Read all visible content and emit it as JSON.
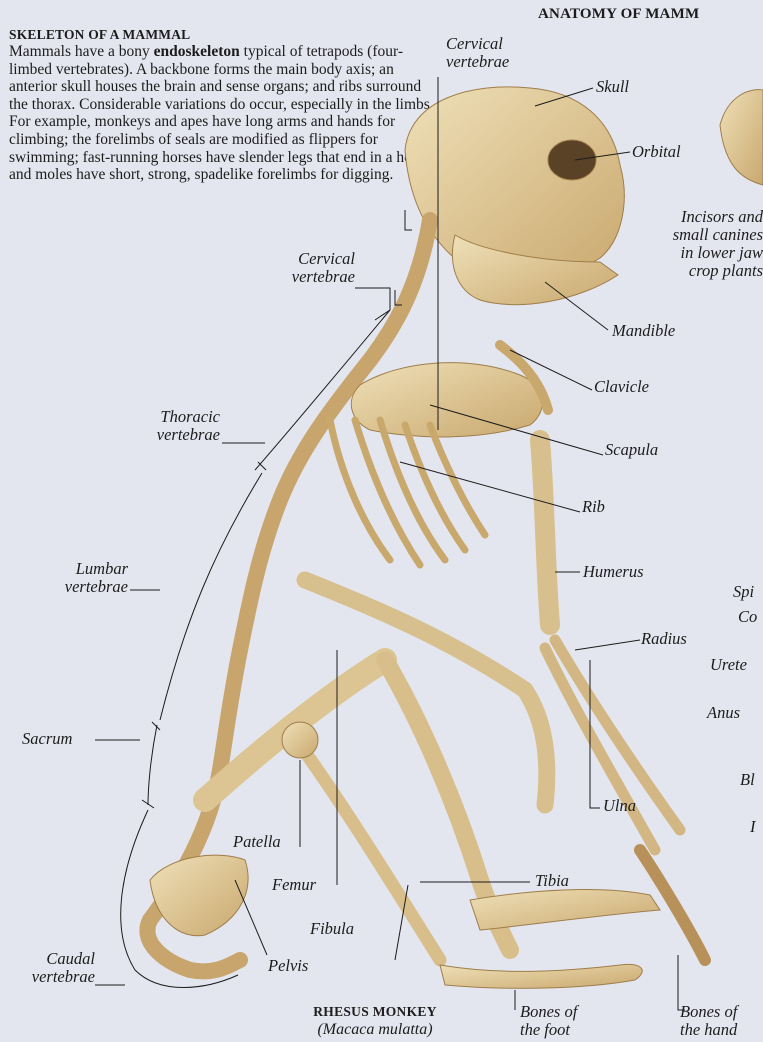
{
  "header": "ANATOMY OF MAMM",
  "section_title": "SKELETON OF A MAMMAL",
  "intro": {
    "before": "Mammals have a bony ",
    "bold": "endoskeleton",
    "after": " typical of tetrapods (four-limbed vertebrates). A backbone forms the main body axis; an anterior skull houses the brain and sense organs; and ribs surround the thorax. Considerable variations do occur, especially in the limbs. For example, monkeys and apes have long arms and hands for climbing; the forelimbs of seals are modified as flippers for swimming; fast-running horses have slender legs that end in a hoof; and moles have short, strong, spadelike forelimbs for digging."
  },
  "labels": {
    "cervical_top": [
      "Cervical",
      "vertebrae"
    ],
    "skull": "Skull",
    "orbital": "Orbital",
    "incisors": [
      "Incisors and",
      "small canines",
      "in lower jaw",
      "crop plants"
    ],
    "mandible": "Mandible",
    "cervical_left": [
      "Cervical",
      "vertebrae"
    ],
    "clavicle": "Clavicle",
    "thoracic": [
      "Thoracic",
      "vertebrae"
    ],
    "scapula": "Scapula",
    "rib": "Rib",
    "lumbar": [
      "Lumbar",
      "vertebrae"
    ],
    "humerus": "Humerus",
    "radius": "Radius",
    "sacrum": "Sacrum",
    "ulna": "Ulna",
    "patella": "Patella",
    "tibia": "Tibia",
    "femur": "Femur",
    "fibula": "Fibula",
    "caudal": [
      "Caudal",
      "vertebrae"
    ],
    "pelvis": "Pelvis",
    "foot": [
      "Bones of",
      "the foot"
    ],
    "hand": [
      "Bones of",
      "the hand"
    ]
  },
  "right_edge_labels": [
    "Spi",
    "Co",
    "Urete",
    "Anus",
    "Bl",
    "I"
  ],
  "caption": {
    "title": "RHESUS MONKEY",
    "species": "(Macaca mulatta)"
  },
  "colors": {
    "background": "#e4e6ef",
    "bone": "#e2cfa2",
    "bone_shadow": "#b89862",
    "text": "#1c1c1c"
  }
}
